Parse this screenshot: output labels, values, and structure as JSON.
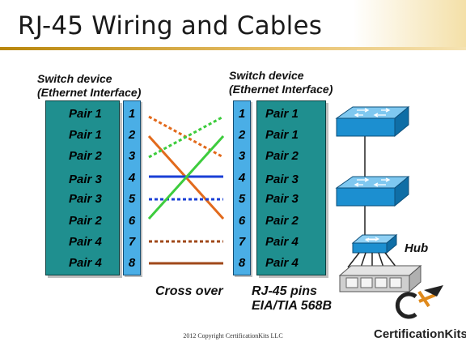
{
  "title": "RJ-45 Wiring and Cables",
  "left_device": {
    "line1": "Switch device",
    "line2": "(Ethernet Interface)"
  },
  "right_device": {
    "line1": "Switch device",
    "line2": "(Ethernet Interface)"
  },
  "left_pairs": [
    "Pair 1",
    "Pair 1",
    "Pair 2",
    "Pair 3",
    "Pair 3",
    "Pair 2",
    "Pair 4",
    "Pair 4"
  ],
  "right_pairs": [
    "Pair 1",
    "Pair 1",
    "Pair 2",
    "Pair 3",
    "Pair 3",
    "Pair 2",
    "Pair 4",
    "Pair 4"
  ],
  "pins": [
    "1",
    "2",
    "3",
    "4",
    "5",
    "6",
    "7",
    "8"
  ],
  "crossover_label": "Cross over",
  "pins_label": "RJ-45 pins",
  "standard_label": "EIA/TIA 568B",
  "hub_label": "Hub",
  "footer": "2012 Copyright CertificationKits LLC",
  "brand": "CertificationKits",
  "colors": {
    "port_box": "#1f8f8f",
    "pin_column": "#4aaee6",
    "orange": "#e26a1c",
    "green": "#3dcc3d",
    "blue": "#1a3fd6",
    "brown": "#a0481a",
    "device": "#1c8fd0"
  },
  "wires": [
    {
      "from_pin": 1,
      "to_pin": 3,
      "color": "orange",
      "style": "dotted"
    },
    {
      "from_pin": 2,
      "to_pin": 6,
      "color": "orange",
      "style": "solid"
    },
    {
      "from_pin": 3,
      "to_pin": 1,
      "color": "green",
      "style": "dotted"
    },
    {
      "from_pin": 4,
      "to_pin": 4,
      "color": "blue",
      "style": "solid"
    },
    {
      "from_pin": 5,
      "to_pin": 5,
      "color": "blue",
      "style": "dotted"
    },
    {
      "from_pin": 6,
      "to_pin": 2,
      "color": "green",
      "style": "solid"
    },
    {
      "from_pin": 7,
      "to_pin": 7,
      "color": "brown",
      "style": "dotted"
    },
    {
      "from_pin": 8,
      "to_pin": 8,
      "color": "brown",
      "style": "solid"
    }
  ],
  "icons": [
    "switch-icon",
    "switch-icon",
    "hub-icon",
    "patch-panel-icon",
    "certificationkits-logo-icon"
  ]
}
